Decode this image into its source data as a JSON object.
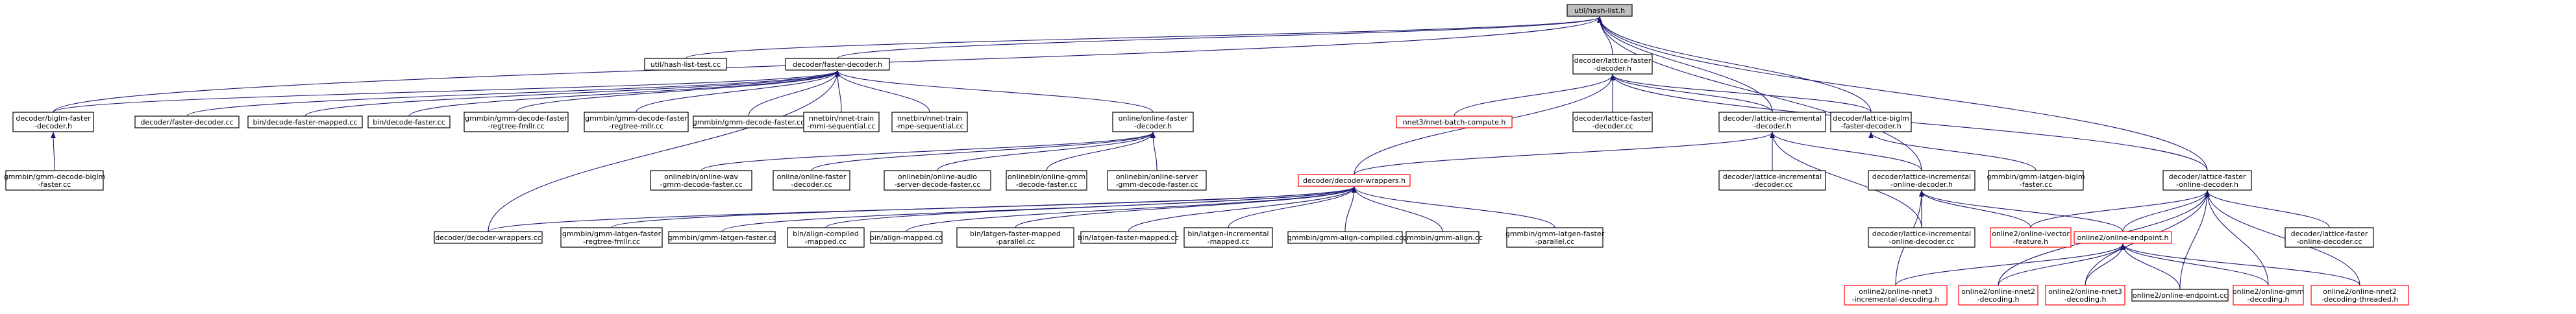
{
  "graph": {
    "edge_color": "#191970",
    "node_border_color": "#000000",
    "missing_node_border_color": "#ff0000",
    "root_fill_color": "#bfbfbf",
    "nodes": [
      {
        "id": "hash-list",
        "lines": [
          "util/hash-list.h"
        ],
        "style": "root"
      },
      {
        "id": "hash-list-test",
        "lines": [
          "util/hash-list-test.cc"
        ],
        "style": "normal"
      },
      {
        "id": "faster-decoder-h",
        "lines": [
          "decoder/faster-decoder.h"
        ],
        "style": "normal"
      },
      {
        "id": "lattice-faster-decoder-h",
        "lines": [
          "decoder/lattice-faster",
          "-decoder.h"
        ],
        "style": "normal"
      },
      {
        "id": "biglm-faster-decoder-h",
        "lines": [
          "decoder/biglm-faster",
          "-decoder.h"
        ],
        "style": "normal"
      },
      {
        "id": "faster-decoder-cc",
        "lines": [
          "decoder/faster-decoder.cc"
        ],
        "style": "normal"
      },
      {
        "id": "decode-faster-mapped",
        "lines": [
          "bin/decode-faster-mapped.cc"
        ],
        "style": "normal"
      },
      {
        "id": "decode-faster",
        "lines": [
          "bin/decode-faster.cc"
        ],
        "style": "normal"
      },
      {
        "id": "gmm-decode-faster-regtree-fmllr",
        "lines": [
          "gmmbin/gmm-decode-faster",
          "-regtree-fmllr.cc"
        ],
        "style": "normal"
      },
      {
        "id": "gmm-decode-faster-regtree-mllr",
        "lines": [
          "gmmbin/gmm-decode-faster",
          "-regtree-mllr.cc"
        ],
        "style": "normal"
      },
      {
        "id": "gmm-decode-faster",
        "lines": [
          "gmmbin/gmm-decode-faster.cc"
        ],
        "style": "normal"
      },
      {
        "id": "nnet-train-mmi",
        "lines": [
          "nnetbin/nnet-train",
          "-mmi-sequential.cc"
        ],
        "style": "normal"
      },
      {
        "id": "nnet-train-mpe",
        "lines": [
          "nnetbin/nnet-train",
          "-mpe-sequential.cc"
        ],
        "style": "normal"
      },
      {
        "id": "online-faster-decoder-h",
        "lines": [
          "online/online-faster",
          "-decoder.h"
        ],
        "style": "normal"
      },
      {
        "id": "gmm-decode-biglm-faster",
        "lines": [
          "gmmbin/gmm-decode-biglm",
          "-faster.cc"
        ],
        "style": "normal"
      },
      {
        "id": "online-wav-gmm-decode-faster",
        "lines": [
          "onlinebin/online-wav",
          "-gmm-decode-faster.cc"
        ],
        "style": "normal"
      },
      {
        "id": "online-faster-decoder-cc",
        "lines": [
          "online/online-faster",
          "-decoder.cc"
        ],
        "style": "normal"
      },
      {
        "id": "online-audio-server",
        "lines": [
          "onlinebin/online-audio",
          "-server-decode-faster.cc"
        ],
        "style": "normal"
      },
      {
        "id": "online-gmm-decode-faster",
        "lines": [
          "onlinebin/online-gmm",
          "-decode-faster.cc"
        ],
        "style": "normal"
      },
      {
        "id": "online-server-gmm",
        "lines": [
          "onlinebin/online-server",
          "-gmm-decode-faster.cc"
        ],
        "style": "normal"
      },
      {
        "id": "nnet-batch-compute",
        "lines": [
          "nnet3/nnet-batch-compute.h"
        ],
        "style": "missing"
      },
      {
        "id": "lattice-faster-decoder-cc",
        "lines": [
          "decoder/lattice-faster",
          "-decoder.cc"
        ],
        "style": "normal"
      },
      {
        "id": "lattice-incremental-decoder-h",
        "lines": [
          "decoder/lattice-incremental",
          "-decoder.h"
        ],
        "style": "normal"
      },
      {
        "id": "lattice-biglm-faster-decoder-h",
        "lines": [
          "decoder/lattice-biglm",
          "-faster-decoder.h"
        ],
        "style": "normal"
      },
      {
        "id": "decoder-wrappers-h",
        "lines": [
          "decoder/decoder-wrappers.h"
        ],
        "style": "missing"
      },
      {
        "id": "lattice-incremental-decoder-cc",
        "lines": [
          "decoder/lattice-incremental",
          "-decoder.cc"
        ],
        "style": "normal"
      },
      {
        "id": "lattice-incremental-online-decoder-h",
        "lines": [
          "decoder/lattice-incremental",
          "-online-decoder.h"
        ],
        "style": "normal"
      },
      {
        "id": "gmm-latgen-biglm-faster",
        "lines": [
          "gmmbin/gmm-latgen-biglm",
          "-faster.cc"
        ],
        "style": "normal"
      },
      {
        "id": "lattice-faster-online-decoder-h",
        "lines": [
          "decoder/lattice-faster",
          "-online-decoder.h"
        ],
        "style": "normal"
      },
      {
        "id": "decoder-wrappers-cc",
        "lines": [
          "decoder/decoder-wrappers.cc"
        ],
        "style": "normal"
      },
      {
        "id": "gmm-latgen-faster-regtree-fmllr",
        "lines": [
          "gmmbin/gmm-latgen-faster",
          "-regtree-fmllr.cc"
        ],
        "style": "normal"
      },
      {
        "id": "gmm-latgen-faster",
        "lines": [
          "gmmbin/gmm-latgen-faster.cc"
        ],
        "style": "normal"
      },
      {
        "id": "align-compiled-mapped",
        "lines": [
          "bin/align-compiled",
          "-mapped.cc"
        ],
        "style": "normal"
      },
      {
        "id": "align-mapped",
        "lines": [
          "bin/align-mapped.cc"
        ],
        "style": "normal"
      },
      {
        "id": "latgen-faster-mapped-parallel",
        "lines": [
          "bin/latgen-faster-mapped",
          "-parallel.cc"
        ],
        "style": "normal"
      },
      {
        "id": "latgen-faster-mapped",
        "lines": [
          "bin/latgen-faster-mapped.cc"
        ],
        "style": "normal"
      },
      {
        "id": "latgen-incremental-mapped",
        "lines": [
          "bin/latgen-incremental",
          "-mapped.cc"
        ],
        "style": "normal"
      },
      {
        "id": "gmm-align-compiled",
        "lines": [
          "gmmbin/gmm-align-compiled.cc"
        ],
        "style": "normal"
      },
      {
        "id": "gmm-align",
        "lines": [
          "gmmbin/gmm-align.cc"
        ],
        "style": "normal"
      },
      {
        "id": "gmm-latgen-faster-parallel",
        "lines": [
          "gmmbin/gmm-latgen-faster",
          "-parallel.cc"
        ],
        "style": "normal"
      },
      {
        "id": "lattice-incremental-online-decoder-cc",
        "lines": [
          "decoder/lattice-incremental",
          "-online-decoder.cc"
        ],
        "style": "normal"
      },
      {
        "id": "online-ivector-feature",
        "lines": [
          "online2/online-ivector",
          "-feature.h"
        ],
        "style": "missing"
      },
      {
        "id": "online-endpoint-h",
        "lines": [
          "online2/online-endpoint.h"
        ],
        "style": "missing"
      },
      {
        "id": "lattice-faster-online-decoder-cc",
        "lines": [
          "decoder/lattice-faster",
          "-online-decoder.cc"
        ],
        "style": "normal"
      },
      {
        "id": "online-nnet3-incremental",
        "lines": [
          "online2/online-nnet3",
          "-incremental-decoding.h"
        ],
        "style": "missing"
      },
      {
        "id": "online-nnet2-decoding",
        "lines": [
          "online2/online-nnet2",
          "-decoding.h"
        ],
        "style": "missing"
      },
      {
        "id": "online-nnet3-decoding",
        "lines": [
          "online2/online-nnet3",
          "-decoding.h"
        ],
        "style": "missing"
      },
      {
        "id": "online-endpoint-cc",
        "lines": [
          "online2/online-endpoint.cc"
        ],
        "style": "normal"
      },
      {
        "id": "online-gmm-decoding",
        "lines": [
          "online2/online-gmm",
          "-decoding.h"
        ],
        "style": "missing"
      },
      {
        "id": "online-nnet2-threaded",
        "lines": [
          "online2/online-nnet2",
          "-decoding-threaded.h"
        ],
        "style": "missing"
      }
    ],
    "edges": [
      [
        "hash-list-test",
        "hash-list"
      ],
      [
        "faster-decoder-h",
        "hash-list"
      ],
      [
        "lattice-faster-decoder-h",
        "hash-list"
      ],
      [
        "biglm-faster-decoder-h",
        "hash-list"
      ],
      [
        "lattice-incremental-decoder-h",
        "hash-list"
      ],
      [
        "lattice-biglm-faster-decoder-h",
        "hash-list"
      ],
      [
        "lattice-faster-online-decoder-h",
        "hash-list"
      ],
      [
        "lattice-incremental-online-decoder-h",
        "hash-list"
      ],
      [
        "biglm-faster-decoder-h",
        "faster-decoder-h"
      ],
      [
        "faster-decoder-cc",
        "faster-decoder-h"
      ],
      [
        "decode-faster-mapped",
        "faster-decoder-h"
      ],
      [
        "decode-faster",
        "faster-decoder-h"
      ],
      [
        "gmm-decode-faster-regtree-fmllr",
        "faster-decoder-h"
      ],
      [
        "gmm-decode-faster-regtree-mllr",
        "faster-decoder-h"
      ],
      [
        "gmm-decode-faster",
        "faster-decoder-h"
      ],
      [
        "nnet-train-mmi",
        "faster-decoder-h"
      ],
      [
        "nnet-train-mpe",
        "faster-decoder-h"
      ],
      [
        "online-faster-decoder-h",
        "faster-decoder-h"
      ],
      [
        "decoder-wrappers-cc",
        "faster-decoder-h"
      ],
      [
        "gmm-decode-biglm-faster",
        "biglm-faster-decoder-h"
      ],
      [
        "online-wav-gmm-decode-faster",
        "online-faster-decoder-h"
      ],
      [
        "online-faster-decoder-cc",
        "online-faster-decoder-h"
      ],
      [
        "online-audio-server",
        "online-faster-decoder-h"
      ],
      [
        "online-gmm-decode-faster",
        "online-faster-decoder-h"
      ],
      [
        "online-server-gmm",
        "online-faster-decoder-h"
      ],
      [
        "nnet-batch-compute",
        "lattice-faster-decoder-h"
      ],
      [
        "lattice-faster-decoder-cc",
        "lattice-faster-decoder-h"
      ],
      [
        "lattice-incremental-decoder-h",
        "lattice-faster-decoder-h"
      ],
      [
        "lattice-biglm-faster-decoder-h",
        "lattice-faster-decoder-h"
      ],
      [
        "decoder-wrappers-h",
        "lattice-faster-decoder-h"
      ],
      [
        "lattice-faster-online-decoder-h",
        "lattice-faster-decoder-h"
      ],
      [
        "gmm-latgen-biglm-faster",
        "lattice-biglm-faster-decoder-h"
      ],
      [
        "decoder-wrappers-h",
        "lattice-incremental-decoder-h"
      ],
      [
        "lattice-incremental-decoder-cc",
        "lattice-incremental-decoder-h"
      ],
      [
        "lattice-incremental-online-decoder-h",
        "lattice-incremental-decoder-h"
      ],
      [
        "lattice-incremental-online-decoder-cc",
        "lattice-incremental-decoder-h"
      ],
      [
        "decoder-wrappers-cc",
        "decoder-wrappers-h"
      ],
      [
        "gmm-latgen-faster-regtree-fmllr",
        "decoder-wrappers-h"
      ],
      [
        "gmm-latgen-faster",
        "decoder-wrappers-h"
      ],
      [
        "align-compiled-mapped",
        "decoder-wrappers-h"
      ],
      [
        "align-mapped",
        "decoder-wrappers-h"
      ],
      [
        "latgen-faster-mapped-parallel",
        "decoder-wrappers-h"
      ],
      [
        "latgen-faster-mapped",
        "decoder-wrappers-h"
      ],
      [
        "latgen-incremental-mapped",
        "decoder-wrappers-h"
      ],
      [
        "gmm-align-compiled",
        "decoder-wrappers-h"
      ],
      [
        "gmm-align",
        "decoder-wrappers-h"
      ],
      [
        "gmm-latgen-faster-parallel",
        "decoder-wrappers-h"
      ],
      [
        "lattice-incremental-online-decoder-cc",
        "lattice-incremental-online-decoder-h"
      ],
      [
        "online-ivector-feature",
        "lattice-incremental-online-decoder-h"
      ],
      [
        "online-endpoint-h",
        "lattice-incremental-online-decoder-h"
      ],
      [
        "online-nnet3-incremental",
        "lattice-incremental-online-decoder-h"
      ],
      [
        "online-ivector-feature",
        "lattice-faster-online-decoder-h"
      ],
      [
        "online-endpoint-h",
        "lattice-faster-online-decoder-h"
      ],
      [
        "lattice-faster-online-decoder-cc",
        "lattice-faster-online-decoder-h"
      ],
      [
        "online-nnet2-decoding",
        "lattice-faster-online-decoder-h"
      ],
      [
        "online-nnet3-decoding",
        "lattice-faster-online-decoder-h"
      ],
      [
        "online-endpoint-cc",
        "lattice-faster-online-decoder-h"
      ],
      [
        "online-gmm-decoding",
        "lattice-faster-online-decoder-h"
      ],
      [
        "online-nnet2-threaded",
        "lattice-faster-online-decoder-h"
      ],
      [
        "online-nnet3-incremental",
        "online-endpoint-h"
      ],
      [
        "online-nnet2-decoding",
        "online-endpoint-h"
      ],
      [
        "online-nnet3-decoding",
        "online-endpoint-h"
      ],
      [
        "online-endpoint-cc",
        "online-endpoint-h"
      ],
      [
        "online-gmm-decoding",
        "online-endpoint-h"
      ],
      [
        "online-nnet2-threaded",
        "online-endpoint-h"
      ]
    ]
  }
}
